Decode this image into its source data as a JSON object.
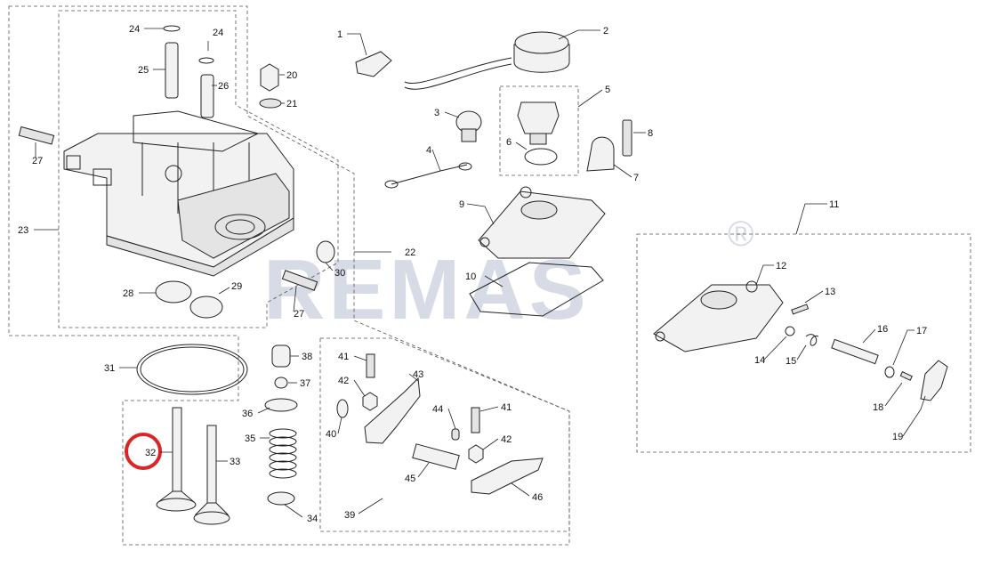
{
  "watermark": {
    "text": "REMAS",
    "registered_mark": "®"
  },
  "highlight": {
    "part": "32",
    "color": "#d40000"
  },
  "callouts": [
    {
      "id": "c1",
      "label": "1"
    },
    {
      "id": "c2",
      "label": "2"
    },
    {
      "id": "c3",
      "label": "3"
    },
    {
      "id": "c4",
      "label": "4"
    },
    {
      "id": "c5",
      "label": "5"
    },
    {
      "id": "c6",
      "label": "6"
    },
    {
      "id": "c7",
      "label": "7"
    },
    {
      "id": "c8",
      "label": "8"
    },
    {
      "id": "c9",
      "label": "9"
    },
    {
      "id": "c10",
      "label": "10"
    },
    {
      "id": "c11",
      "label": "11"
    },
    {
      "id": "c12",
      "label": "12"
    },
    {
      "id": "c13",
      "label": "13"
    },
    {
      "id": "c14",
      "label": "14"
    },
    {
      "id": "c15",
      "label": "15"
    },
    {
      "id": "c16",
      "label": "16"
    },
    {
      "id": "c17",
      "label": "17"
    },
    {
      "id": "c18",
      "label": "18"
    },
    {
      "id": "c19",
      "label": "19"
    },
    {
      "id": "c20",
      "label": "20"
    },
    {
      "id": "c21",
      "label": "21"
    },
    {
      "id": "c22",
      "label": "22"
    },
    {
      "id": "c23",
      "label": "23"
    },
    {
      "id": "c24a",
      "label": "24"
    },
    {
      "id": "c24b",
      "label": "24"
    },
    {
      "id": "c25",
      "label": "25"
    },
    {
      "id": "c26",
      "label": "26"
    },
    {
      "id": "c27a",
      "label": "27"
    },
    {
      "id": "c27b",
      "label": "27"
    },
    {
      "id": "c28",
      "label": "28"
    },
    {
      "id": "c29",
      "label": "29"
    },
    {
      "id": "c30",
      "label": "30"
    },
    {
      "id": "c31",
      "label": "31"
    },
    {
      "id": "c32",
      "label": "32"
    },
    {
      "id": "c33",
      "label": "33"
    },
    {
      "id": "c34",
      "label": "34"
    },
    {
      "id": "c35",
      "label": "35"
    },
    {
      "id": "c36",
      "label": "36"
    },
    {
      "id": "c37",
      "label": "37"
    },
    {
      "id": "c38",
      "label": "38"
    },
    {
      "id": "c39",
      "label": "39"
    },
    {
      "id": "c40",
      "label": "40"
    },
    {
      "id": "c41a",
      "label": "41"
    },
    {
      "id": "c41b",
      "label": "41"
    },
    {
      "id": "c42a",
      "label": "42"
    },
    {
      "id": "c42b",
      "label": "42"
    },
    {
      "id": "c43",
      "label": "43"
    },
    {
      "id": "c44",
      "label": "44"
    },
    {
      "id": "c45",
      "label": "45"
    },
    {
      "id": "c46",
      "label": "46"
    }
  ]
}
